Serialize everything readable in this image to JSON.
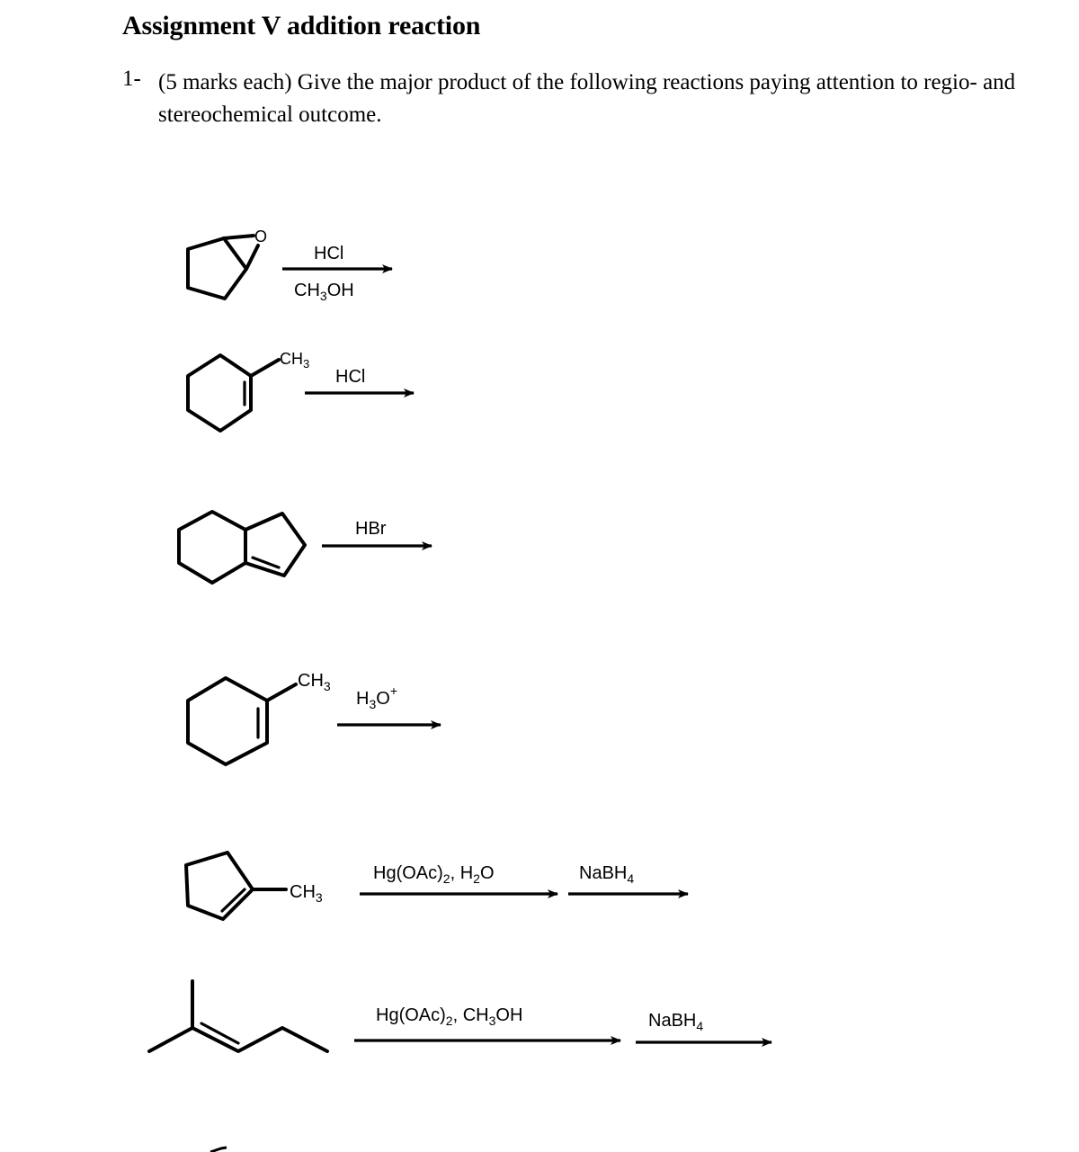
{
  "document": {
    "title": "Assignment V addition reaction",
    "question": {
      "number": "1-",
      "text": "(5 marks each) Give the major product of the following reactions paying attention to regio- and stereochemical outcome."
    }
  },
  "reactions": [
    {
      "id": 1,
      "substrate": "cyclopentene oxide",
      "substrate_labels": [
        "O"
      ],
      "steps": [
        {
          "reagent_above": "HCl",
          "reagent_below": "CH3OH"
        }
      ]
    },
    {
      "id": 2,
      "substrate": "1-methylcyclohexene",
      "substrate_labels": [
        "CH3"
      ],
      "steps": [
        {
          "reagent_above": "HCl"
        }
      ]
    },
    {
      "id": 3,
      "substrate": "bicyclic alkene (hexahydroindene)",
      "substrate_labels": [],
      "steps": [
        {
          "reagent_above": "HBr"
        }
      ]
    },
    {
      "id": 4,
      "substrate": "1-methylcyclohexene",
      "substrate_labels": [
        "CH3"
      ],
      "steps": [
        {
          "reagent_above": "H3O+"
        }
      ]
    },
    {
      "id": 5,
      "substrate": "1-methylcyclopentene",
      "substrate_labels": [
        "CH3"
      ],
      "steps": [
        {
          "reagent_above": "Hg(OAc)2, H2O"
        },
        {
          "reagent_above": "NaBH4"
        }
      ]
    },
    {
      "id": 6,
      "substrate": "2-methyl-2-pentene",
      "substrate_labels": [],
      "steps": [
        {
          "reagent_above": "Hg(OAc)2, CH3OH"
        },
        {
          "reagent_above": "NaBH4"
        }
      ]
    }
  ],
  "labels": {
    "O": "O",
    "CH": "CH",
    "H": "H",
    "3": "3",
    "2": "2",
    "4": "4",
    "plus": "+",
    "HCl": "HCl",
    "HBr": "HBr",
    "OH": "OH",
    "Hg_OAc": "Hg(OAc)",
    "comma_H": ", H",
    "comma_CH": ", CH",
    "O_end": "O",
    "NaBH": "NaBH"
  }
}
